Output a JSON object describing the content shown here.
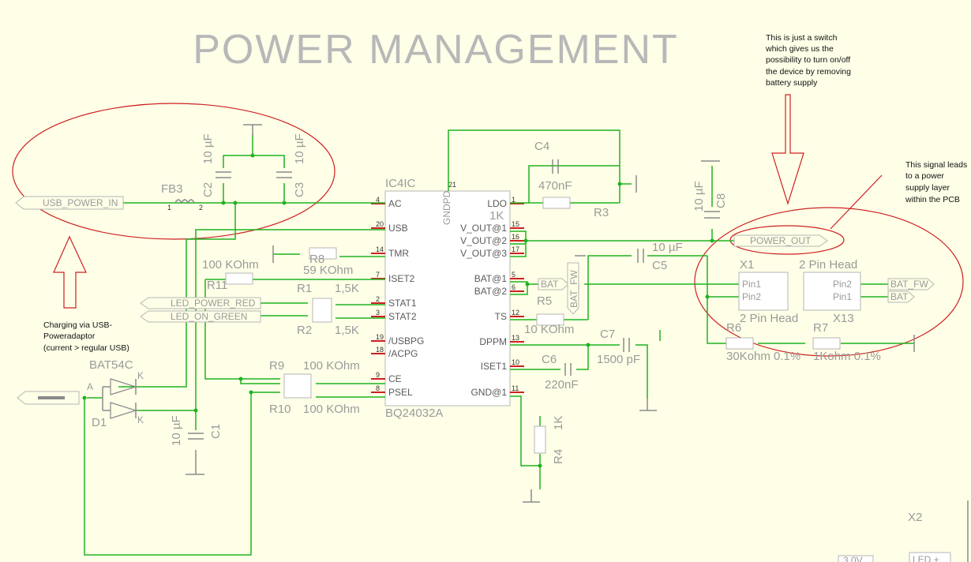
{
  "title": "POWER MANAGEMENT",
  "notes": {
    "switch": [
      "This is just a switch",
      "which gives us the",
      "possibility to turn on/off",
      "the device by removing",
      "battery supply"
    ],
    "signal": [
      "This signal leads",
      "to a power",
      "supply layer",
      "within the PCB"
    ],
    "charging": [
      "Charging via USB-",
      "Poweradaptor",
      "(current > regular USB)"
    ]
  },
  "ports": {
    "usb_power_in": "USB_POWER_IN",
    "power_out": "POWER_OUT",
    "led_power_red": "LED_POWER_RED",
    "led_on_green": "LED_ON_GREEN",
    "bat_a": "BAT",
    "bat_fw_vert": "BAT_FW",
    "bat_fw": "BAT_FW",
    "bat_b": "BAT"
  },
  "ic": {
    "name": "IC4IC",
    "part": "BQ24032A",
    "gndpd": "GNDPD",
    "left_pins": [
      {
        "name": "AC",
        "num": "4"
      },
      {
        "name": "USB",
        "num": "20"
      },
      {
        "name": "TMR",
        "num": "14"
      },
      {
        "name": "ISET2",
        "num": "7"
      },
      {
        "name": "STAT1",
        "num": "2"
      },
      {
        "name": "STAT2",
        "num": "3"
      },
      {
        "name": "/USBPG",
        "num": "19"
      },
      {
        "name": "/ACPG",
        "num": "18"
      },
      {
        "name": "CE",
        "num": "9"
      },
      {
        "name": "PSEL",
        "num": "8"
      }
    ],
    "right_pins": [
      {
        "name": "LDO",
        "num": "1"
      },
      {
        "name": "V_OUT@1",
        "num": "15"
      },
      {
        "name": "V_OUT@2",
        "num": "16"
      },
      {
        "name": "V_OUT@3",
        "num": "17"
      },
      {
        "name": "BAT@1",
        "num": "5"
      },
      {
        "name": "BAT@2",
        "num": "6"
      },
      {
        "name": "TS",
        "num": "12"
      },
      {
        "name": "DPPM",
        "num": "13"
      },
      {
        "name": "ISET1",
        "num": "10"
      },
      {
        "name": "GND@1",
        "num": "11"
      }
    ],
    "gndpd_num": "21"
  },
  "components": {
    "fb3": "FB3",
    "c2": {
      "name": "C2",
      "value": "10 µF"
    },
    "c3": {
      "name": "C3",
      "value": "10 µF"
    },
    "c4": {
      "name": "C4",
      "value": "470nF"
    },
    "r3": {
      "name": "R3",
      "value": "1K"
    },
    "c8": {
      "name": "C8",
      "value": "10 µF"
    },
    "c5": {
      "name": "C5",
      "value": "10 µF"
    },
    "r8": {
      "name": "R8",
      "value": "59 KOhm"
    },
    "r11": {
      "name": "R11",
      "value": "100 KOhm"
    },
    "r1": {
      "name": "R1",
      "value": "1,5K"
    },
    "r2": {
      "name": "R2",
      "value": "1,5K"
    },
    "r5": {
      "name": "R5",
      "value": "10 KOhm"
    },
    "c7": {
      "name": "C7",
      "value": "1500 pF"
    },
    "c6": {
      "name": "C6",
      "value": "220nF"
    },
    "r4": {
      "name": "R4",
      "value": "1K"
    },
    "r9": {
      "name": "R9",
      "value": "100 KOhm"
    },
    "r10": {
      "name": "R10",
      "value": "100 KOhm"
    },
    "c1": {
      "name": "C1",
      "value": "10 µF"
    },
    "d1": {
      "name": "D1",
      "part": "BAT54C",
      "a": "A",
      "k1": "K",
      "k2": "K"
    },
    "x1": {
      "name": "X1",
      "part": "2 Pin Head",
      "pin1": "Pin1",
      "pin2": "Pin2"
    },
    "x13": {
      "name": "X13",
      "part": "2 Pin Head",
      "pin2": "Pin2",
      "pin1": "Pin1"
    },
    "r6": {
      "name": "R6",
      "value": "30Kohm 0.1%"
    },
    "r7": {
      "name": "R7",
      "value": "1Kohm 0.1%"
    },
    "x2": "X2"
  },
  "bottom_partial": {
    "left": "3.0V",
    "right": "LED +"
  },
  "colors": {
    "wire": "#1fb31f",
    "annotation": "#cc2020",
    "label": "#9a9a9a",
    "background": "#ffffe8"
  }
}
